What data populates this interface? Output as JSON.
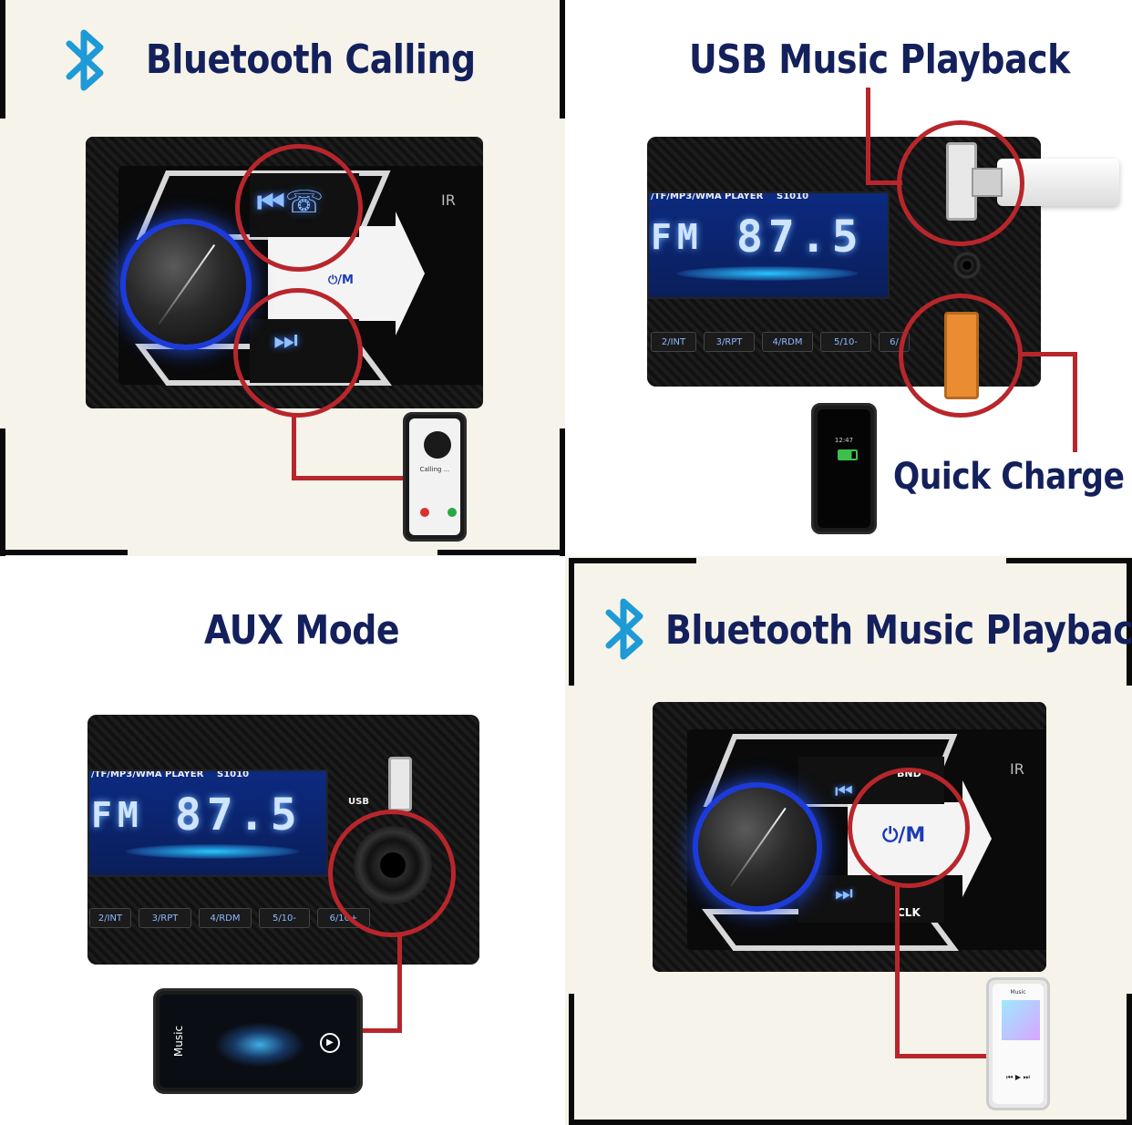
{
  "panels": {
    "bluetooth_calling": {
      "title": "Bluetooth Calling",
      "button_label": "⏻/M",
      "ir_label": "IR",
      "phone_status": "Calling ..."
    },
    "usb_music": {
      "title": "USB Music Playback",
      "player_label": "/TF/MP3/WMA PLAYER",
      "model": "S1010",
      "frequency": "87.5",
      "band": "FM",
      "buttons": [
        "2/INT",
        "3/RPT",
        "4/RDM",
        "5/10-",
        "6/"
      ],
      "callout_label": "Quick Charge",
      "phone_time": "12:47"
    },
    "aux_mode": {
      "title": "AUX Mode",
      "player_label": "/TF/MP3/WMA PLAYER",
      "model": "S1010",
      "frequency": "87.5",
      "band": "FM",
      "usb_label": "USB",
      "buttons": [
        "2/INT",
        "3/RPT",
        "4/RDM",
        "5/10-",
        "6/10+"
      ],
      "phone_app": "Music"
    },
    "bluetooth_music": {
      "title": "Bluetooth Music Playback",
      "button_label": "⏻/M",
      "bnd_label": "BND",
      "clk_label": "CLK",
      "ir_label": "IR",
      "phone_app": "Music"
    }
  },
  "colors": {
    "title": "#13205c",
    "callout": "#b8262b",
    "bluetooth": "#1e9ad6",
    "panel_bg": "#f6f4ea"
  }
}
